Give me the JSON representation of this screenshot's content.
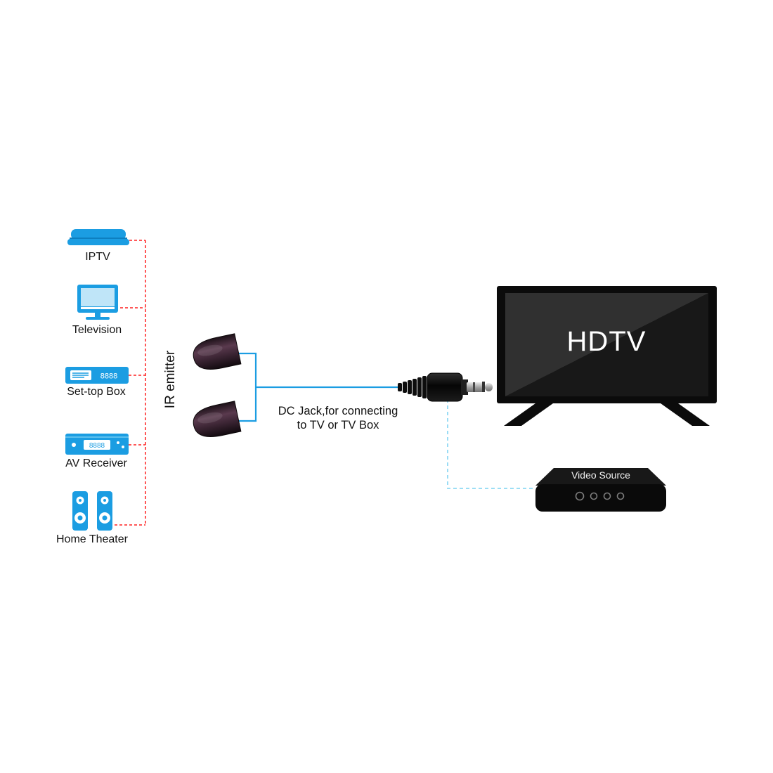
{
  "page": {
    "background": "#ffffff"
  },
  "colors": {
    "accent_blue": "#1b9de2",
    "dashed_red": "#ff2020",
    "dashed_cyan": "#8fd9f4",
    "tv_black": "#0b0b0b"
  },
  "devices": {
    "iptv": {
      "label": "IPTV"
    },
    "television": {
      "label": "Television"
    },
    "settop": {
      "label": "Set-top Box",
      "display": "8888"
    },
    "av": {
      "label": "AV Receiver",
      "display": "8888"
    },
    "home_theater": {
      "label": "Home Theater"
    }
  },
  "emitter": {
    "label": "IR emitter"
  },
  "jack": {
    "caption_line1": "DC Jack,for connecting",
    "caption_line2": "to TV or TV Box"
  },
  "tv": {
    "label": "HDTV"
  },
  "video_source": {
    "label": "Video Source"
  }
}
